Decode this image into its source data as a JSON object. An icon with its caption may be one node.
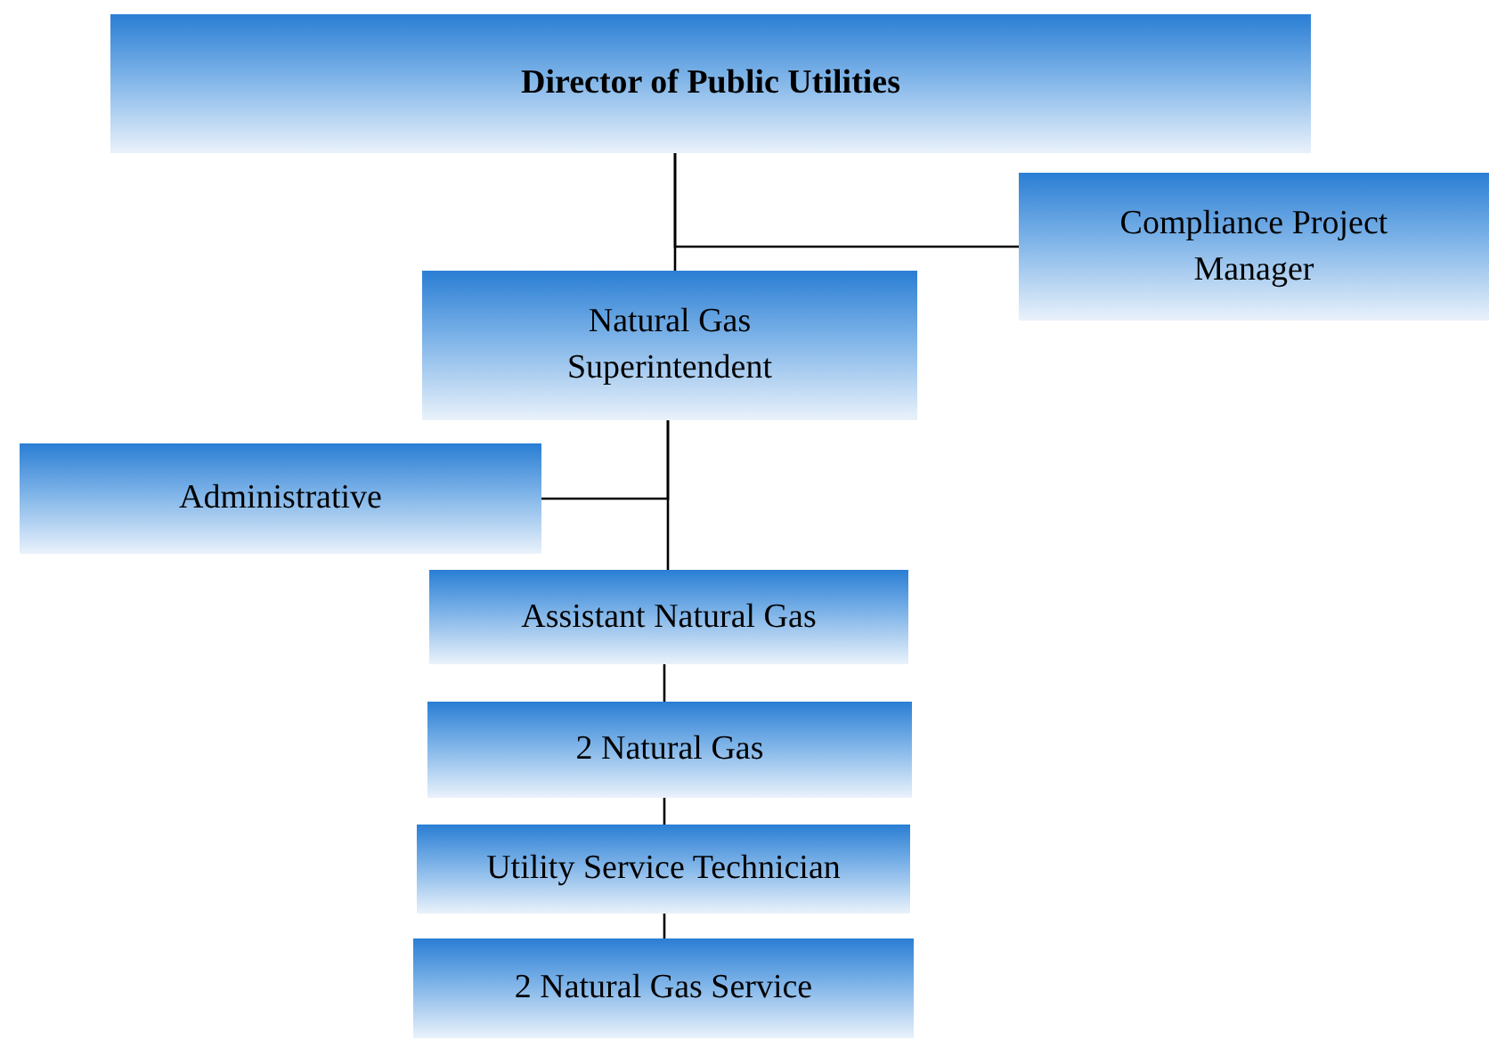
{
  "diagram": {
    "nodes": [
      {
        "text": [
          "Director of Public Utilities"
        ]
      },
      {
        "text": [
          "Compliance Project Manager"
        ]
      },
      {
        "text": [
          "Natural Gas Superintendent"
        ]
      },
      {
        "text": [
          "Administrative"
        ]
      },
      {
        "text": [
          "Assistant Natural Gas"
        ]
      },
      {
        "text": [
          "2 Natural Gas"
        ]
      },
      {
        "text": [
          "Utility Service Technician"
        ]
      },
      {
        "text": [
          "2 Natural Gas Service"
        ]
      }
    ],
    "edges": [
      {
        "from": 0,
        "to": 1,
        "arrow": "none"
      },
      {
        "from": 0,
        "to": 2,
        "arrow": "none"
      },
      {
        "from": 2,
        "to": 3,
        "arrow": "none"
      },
      {
        "from": 2,
        "to": 4,
        "arrow": "none"
      },
      {
        "from": 4,
        "to": 5,
        "arrow": "none"
      },
      {
        "from": 5,
        "to": 6,
        "arrow": "none"
      },
      {
        "from": 6,
        "to": 7,
        "arrow": "none"
      }
    ]
  }
}
